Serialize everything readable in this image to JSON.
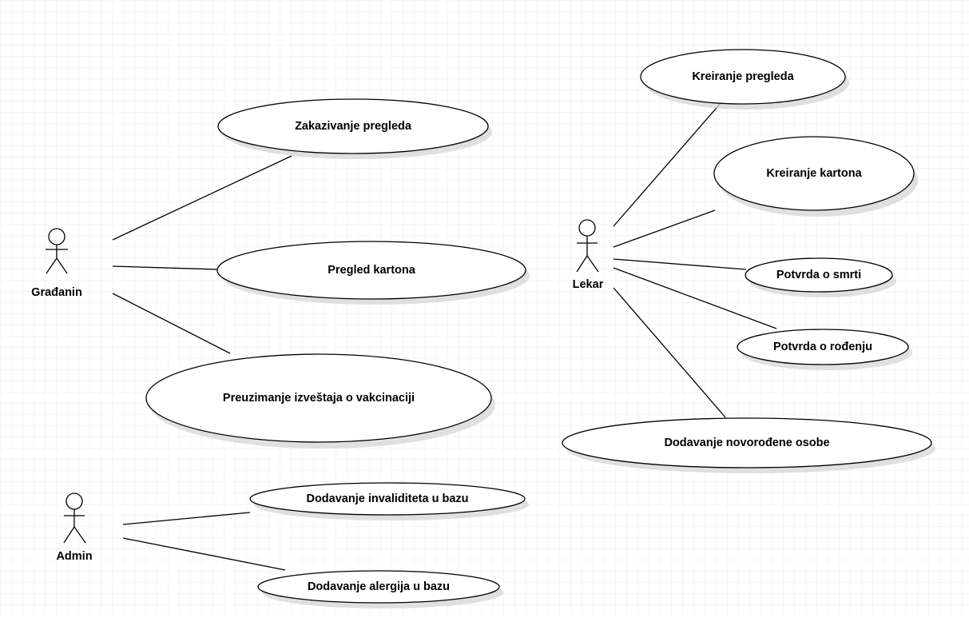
{
  "diagram": {
    "actors": [
      {
        "id": "gradjanin",
        "name": "Građanin",
        "icon": "stick-figure-icon"
      },
      {
        "id": "lekar",
        "name": "Lekar",
        "icon": "stick-figure-icon"
      },
      {
        "id": "admin",
        "name": "Admin",
        "icon": "stick-figure-icon"
      }
    ],
    "use_cases": [
      {
        "id": "zakazivanje",
        "label": "Zakazivanje pregleda",
        "actor": "gradjanin"
      },
      {
        "id": "pregled-kartona",
        "label": "Pregled kartona",
        "actor": "gradjanin"
      },
      {
        "id": "preuzimanje",
        "label": "Preuzimanje izveštaja o vakcinaciji",
        "actor": "gradjanin"
      },
      {
        "id": "kreiranje-pregleda",
        "label": "Kreiranje pregleda",
        "actor": "lekar"
      },
      {
        "id": "kreiranje-kartona",
        "label": "Kreiranje kartona",
        "actor": "lekar"
      },
      {
        "id": "potvrda-smrti",
        "label": "Potvrda o smrti",
        "actor": "lekar"
      },
      {
        "id": "potvrda-rodjenju",
        "label": "Potvrda o rođenju",
        "actor": "lekar"
      },
      {
        "id": "novorodjene",
        "label": "Dodavanje novorođene osobe",
        "actor": "lekar"
      },
      {
        "id": "invaliditet",
        "label": "Dodavanje invaliditeta u  bazu",
        "actor": "admin"
      },
      {
        "id": "alergije",
        "label": "Dodavanje alergija u bazu",
        "actor": "admin"
      }
    ],
    "colors": {
      "background": "#ffffff",
      "grid": "#ececec",
      "stroke": "#000000",
      "shadow": "#d6d6d6"
    }
  }
}
